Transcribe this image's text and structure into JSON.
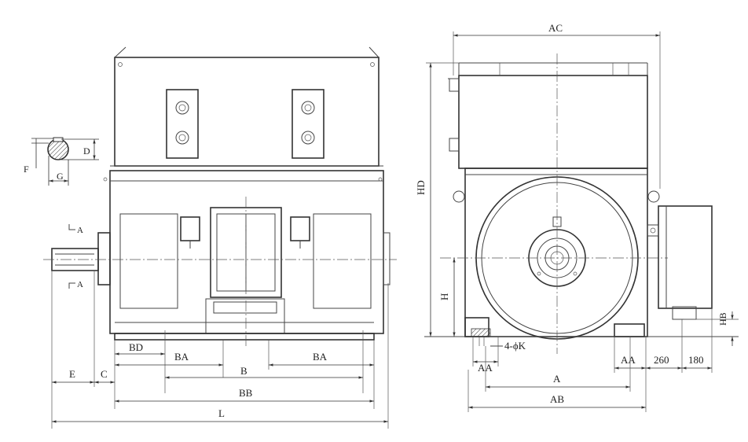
{
  "drawing": {
    "side_view_labels": {
      "F": "F",
      "G": "G",
      "D": "D",
      "E": "E",
      "C": "C",
      "BD": "BD",
      "BA_left": "BA",
      "BA_right": "BA",
      "B": "B",
      "BB": "BB",
      "L": "L",
      "section_top": "A",
      "section_bottom": "A"
    },
    "end_view_labels": {
      "AC": "AC",
      "HD": "HD",
      "H": "H",
      "HB": "HB",
      "hole_callout": "4-ϕK",
      "AA_left": "AA",
      "AA_right": "AA",
      "A": "A",
      "AB": "AB",
      "dim_260": "260",
      "dim_180": "180"
    }
  }
}
